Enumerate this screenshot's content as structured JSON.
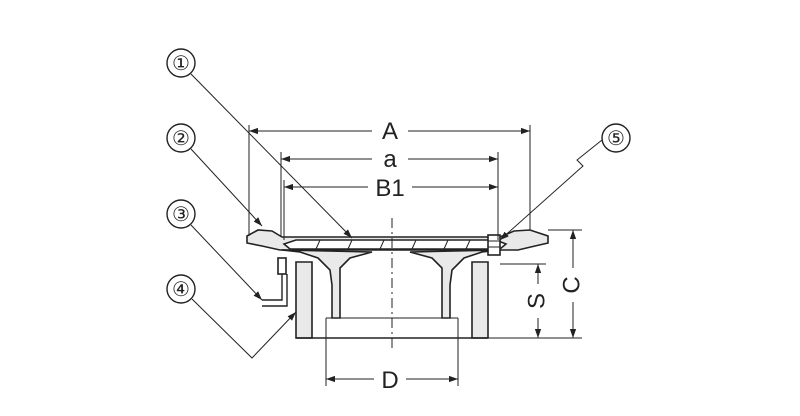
{
  "callouts": [
    "①",
    "②",
    "③",
    "④",
    "⑤"
  ],
  "dimensions": {
    "A": "A",
    "a": "a",
    "B1": "B1",
    "C": "C",
    "S": "S",
    "D": "D"
  }
}
